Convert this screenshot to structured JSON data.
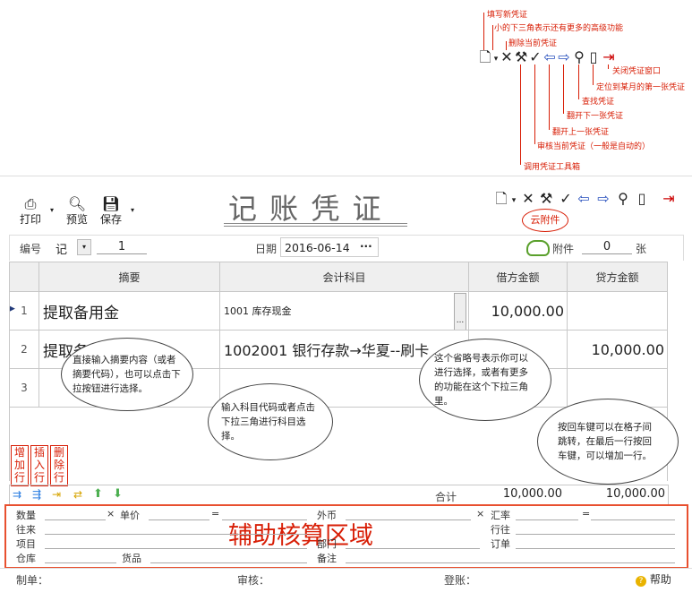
{
  "annotations": {
    "new_voucher": "填写新凭证",
    "more_features": "小的下三角表示还有更多的高级功能",
    "delete_voucher": "删除当前凭证",
    "close_window": "关闭凭证窗口",
    "locate_first": "定位到某月的第一张凭证",
    "find_voucher": "查找凭证",
    "next_voucher": "翻开下一张凭证",
    "prev_voucher": "翻开上一张凭证",
    "audit_voucher": "审核当前凭证（一般是自动的）",
    "call_toolbox": "调用凭证工具箱"
  },
  "toolbar": {
    "print": "打印",
    "preview": "预览",
    "save": "保存",
    "title": "记 账 凭 证"
  },
  "header": {
    "number_label": "编号",
    "voucher_type": "记",
    "voucher_no": "1",
    "date_label": "日期",
    "date_value": "2016-06-14",
    "date_btn": "···",
    "cloud_attach": "云附件",
    "attach_label": "附件",
    "attach_count": "0",
    "attach_unit": "张"
  },
  "table": {
    "headers": [
      "摘要",
      "会计科目",
      "借方金额",
      "贷方金额"
    ],
    "rows": [
      {
        "no": "1",
        "summary": "提取备用金",
        "account": "1001 库存现金",
        "debit": "10,000.00",
        "credit": ""
      },
      {
        "no": "2",
        "summary": "提取备",
        "account": "1002001 银行存款→华夏--刷卡",
        "debit": "",
        "credit": "10,000.00"
      },
      {
        "no": "3",
        "summary": "",
        "account": "",
        "debit": "",
        "credit": ""
      }
    ],
    "total_label": "合计",
    "total_debit": "10,000.00",
    "total_credit": "10,000.00",
    "account_btn": "..."
  },
  "bubbles": {
    "summary_tip": "直接输入摘要内容（或者摘要代码），也可以点击下拉按钮进行选择。",
    "account_tip": "输入科目代码或者点击下拉三角进行科目选择。",
    "ellipsis_tip": "这个省略号表示你可以进行选择，或者有更多的功能在这个下拉三角里。",
    "enter_tip": "按回车键可以在格子间跳转，在最后一行按回车键，可以增加一行。"
  },
  "row_tools": {
    "add": "增加行",
    "insert": "插入行",
    "delete": "删除行"
  },
  "aux": {
    "area_title": "辅助核算区域",
    "qty": "数量",
    "times": "×",
    "unit_price": "单价",
    "equals": "=",
    "fx": "外币",
    "fx_times": "×",
    "rate": "汇率",
    "fx_equals": "=",
    "dealings": "往来",
    "bank": "行往",
    "project": "项目",
    "dept": "部门",
    "order": "订单",
    "warehouse": "仓库",
    "goods": "货品",
    "remark": "备注"
  },
  "footer": {
    "maker": "制单：",
    "auditor": "审核：",
    "poster": "登账：",
    "help": "帮助"
  },
  "colors": {
    "accent_red": "#d81e06",
    "aux_border": "#e8502f",
    "cloud_green": "#5aa02c"
  }
}
